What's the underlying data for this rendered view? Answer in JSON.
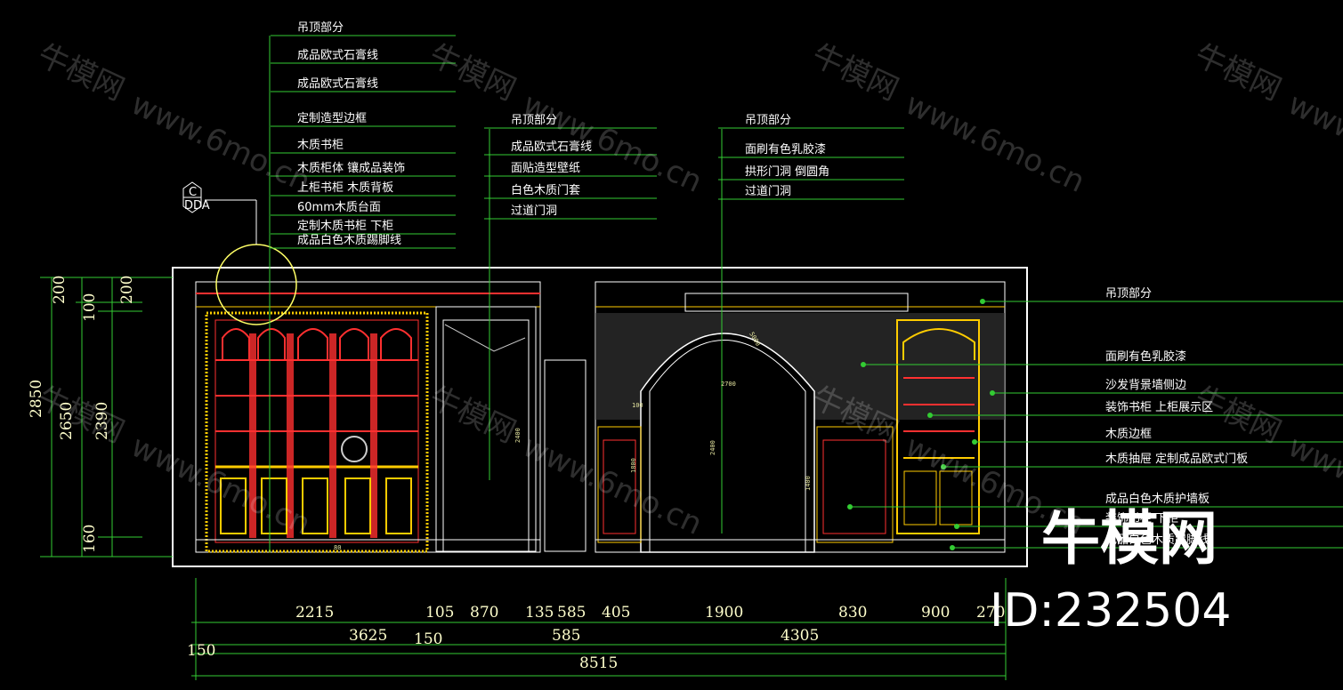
{
  "watermark": {
    "brand": "牛模网",
    "url": "www.6mo.cn"
  },
  "brand_overlay": {
    "name": "牛模网",
    "id": "ID:232504"
  },
  "callout_symbol": {
    "letter": "C",
    "code": "DDA"
  },
  "left_labels": [
    "吊顶部分",
    "成品欧式石膏线",
    "成品欧式石膏线",
    "定制造型边框",
    "木质书柜",
    "木质柜体 镶成品装饰",
    "上柜书柜  木质背板",
    "60mm木质台面",
    "定制木质书柜 下柜",
    "成品白色木质踢脚线"
  ],
  "mid_labels": [
    "吊顶部分",
    "成品欧式石膏线",
    "面贴造型壁纸",
    "白色木质门套",
    "过道门洞"
  ],
  "center_labels": [
    "吊顶部分",
    "面刷有色乳胶漆",
    "拱形门洞 倒圆角",
    "过道门洞"
  ],
  "right_labels": [
    "吊顶部分",
    "面刷有色乳胶漆",
    "沙发背景墙侧边",
    "装饰书柜 上柜展示区",
    "木质边框",
    "木质抽屉 定制成品欧式门板",
    "成品白色木质护墙板",
    "装饰书柜 下柜",
    "成品白色木质踢脚线"
  ],
  "height_dims": {
    "outer": "2850",
    "mid": "2650",
    "inner": "2390",
    "top_a": "200",
    "top_b": "100",
    "top_c": "200",
    "bottom": "160"
  },
  "width_dims_row1": [
    "2215",
    "105",
    "870",
    "135",
    "585",
    "405",
    "1900",
    "830",
    "900",
    "270"
  ],
  "width_dims_row2": [
    "3625",
    "585",
    "4305"
  ],
  "width_dims_row3": [
    "150",
    "150"
  ],
  "total_width": "8515",
  "inner_dims": {
    "arch_width": "2700",
    "arch_height": "2400",
    "door_height": "2400",
    "side_a": "100",
    "side_b": "1400",
    "side_c": "1800",
    "bottom_a": "80",
    "arch_top": "5000"
  }
}
